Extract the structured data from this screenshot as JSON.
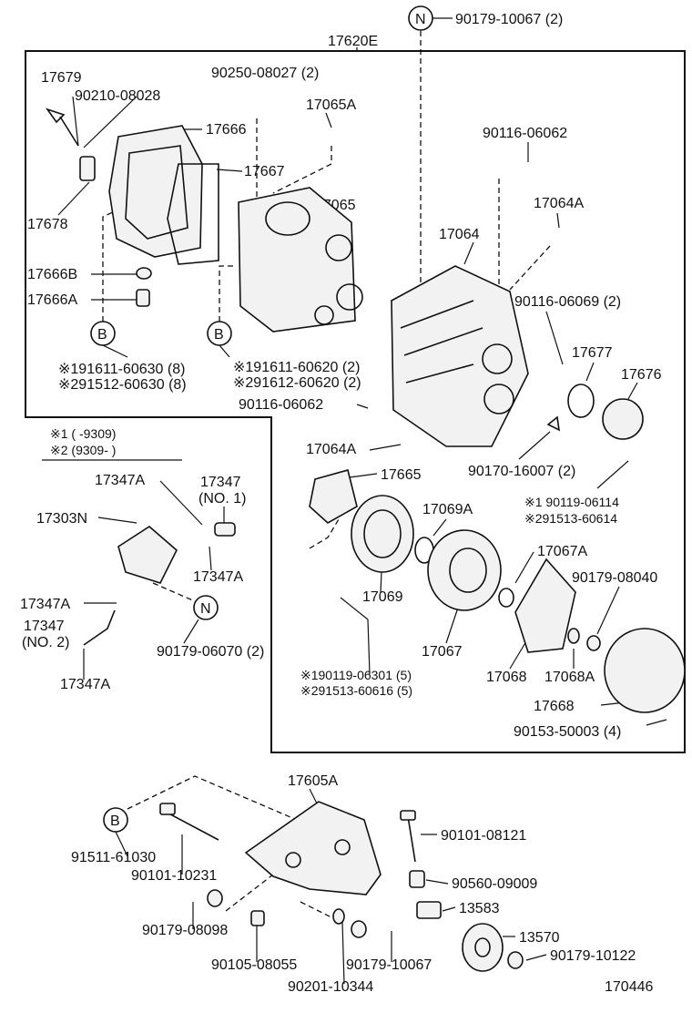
{
  "labels": {
    "n_top": "N",
    "l_90179_10067_2": "90179-10067 (2)",
    "l_17620E": "17620E",
    "l_17679": "17679",
    "l_90210_08028": "90210-08028",
    "l_90250_08027": "90250-08027 (2)",
    "l_17065A": "17065A",
    "l_17666": "17666",
    "l_17667": "17667",
    "l_17065": "17065",
    "l_17678": "17678",
    "l_90116_06062_top": "90116-06062",
    "l_17064A_top": "17064A",
    "l_17064": "17064",
    "l_17666B": "17666B",
    "l_17666A": "17666A",
    "l_90116_06069": "90116-06069 (2)",
    "b_left": "B",
    "b_mid": "B",
    "l_17677": "17677",
    "l_17676": "17676",
    "l_191611_60630": "※191611-60630 (8)",
    "l_291512_60630": "※291512-60630 (8)",
    "l_191611_60620": "※191611-60620 (2)",
    "l_291612_60620": "※291612-60620 (2)",
    "l_90116_06062_mid": "90116-06062",
    "note1": "※1 (      -9309)",
    "note2": "※2 (9309-       )",
    "l_17064A_mid": "17064A",
    "l_90170_16007": "90170-16007 (2)",
    "l_17665": "17665",
    "l_17347A_1": "17347A",
    "l_17347_no1_a": "17347",
    "l_17347_no1_b": "(NO. 1)",
    "l_17069A": "17069A",
    "l_1_90119_06114": "※1 90119-06114",
    "l_2_91513_60614": "※291513-60614",
    "l_17303N": "17303N",
    "l_17067A": "17067A",
    "l_90179_08040": "90179-08040",
    "l_17347A_2": "17347A",
    "l_17069": "17069",
    "l_17347A_3": "17347A",
    "n_mid": "N",
    "l_17347_no2_a": "17347",
    "l_17347_no2_b": "(NO. 2)",
    "l_90179_06070": "90179-06070 (2)",
    "l_17067": "17067",
    "l_17347A_4": "17347A",
    "l_190119_06301": "※190119-06301 (5)",
    "l_291513_60616": "※291513-60616 (5)",
    "l_17068": "17068",
    "l_17068A": "17068A",
    "l_17668": "17668",
    "l_90153_50003": "90153-50003 (4)",
    "l_17605A": "17605A",
    "b_bottom": "B",
    "l_90101_08121": "90101-08121",
    "l_91511_61030": "91511-61030",
    "l_90101_10231": "90101-10231",
    "l_90560_09009": "90560-09009",
    "l_13583": "13583",
    "l_90179_08098": "90179-08098",
    "l_13570": "13570",
    "l_90179_10122": "90179-10122",
    "l_90105_08055": "90105-08055",
    "l_90179_10067": "90179-10067",
    "l_90201_10344": "90201-10344",
    "l_170446": "170446"
  }
}
